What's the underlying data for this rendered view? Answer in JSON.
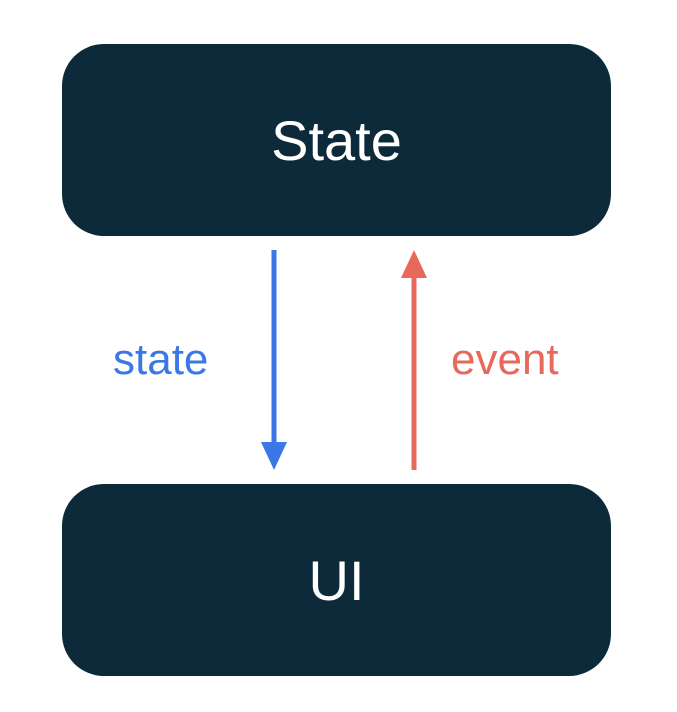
{
  "diagram": {
    "top_box": {
      "label": "State"
    },
    "bottom_box": {
      "label": "UI"
    },
    "down_arrow": {
      "label": "state",
      "color": "#3b78e7"
    },
    "up_arrow": {
      "label": "event",
      "color": "#e8685c"
    },
    "box_color": "#0d2a3a"
  }
}
